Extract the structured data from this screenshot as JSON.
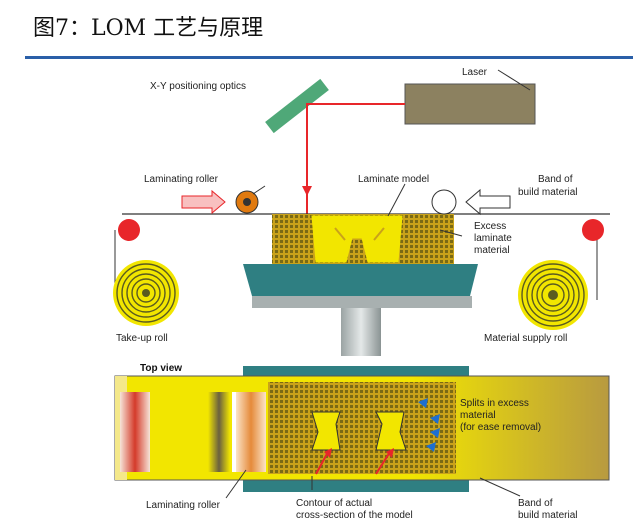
{
  "figure_title": "图7：LOM 工艺与原理",
  "labels": {
    "optics": "X-Y positioning optics",
    "laser": "Laser",
    "laminating_roller": "Laminating roller",
    "laminate_model": "Laminate model",
    "band_line1": "Band of",
    "band_line2": "build material",
    "excess_line1": "Excess",
    "excess_line2": "laminate",
    "excess_line3": "material",
    "takeup_roll": "Take-up roll",
    "supply_roll": "Material supply roll",
    "top_view": "Top view",
    "splits_line1": "Splits in excess",
    "splits_line2": "material",
    "splits_line3": "(for  ease removal)",
    "bottom_roller": "Laminating roller",
    "contour_line1": "Contour of actual",
    "contour_line2": "cross-section of the model",
    "band2_line1": "Band of",
    "band2_line2": "build material"
  },
  "colors": {
    "title_rule": "#2a5fa8",
    "laser_beam": "#e8262a",
    "build_material": "#f2e600",
    "platform": "#2f7f82",
    "roller": "#e07a10"
  }
}
